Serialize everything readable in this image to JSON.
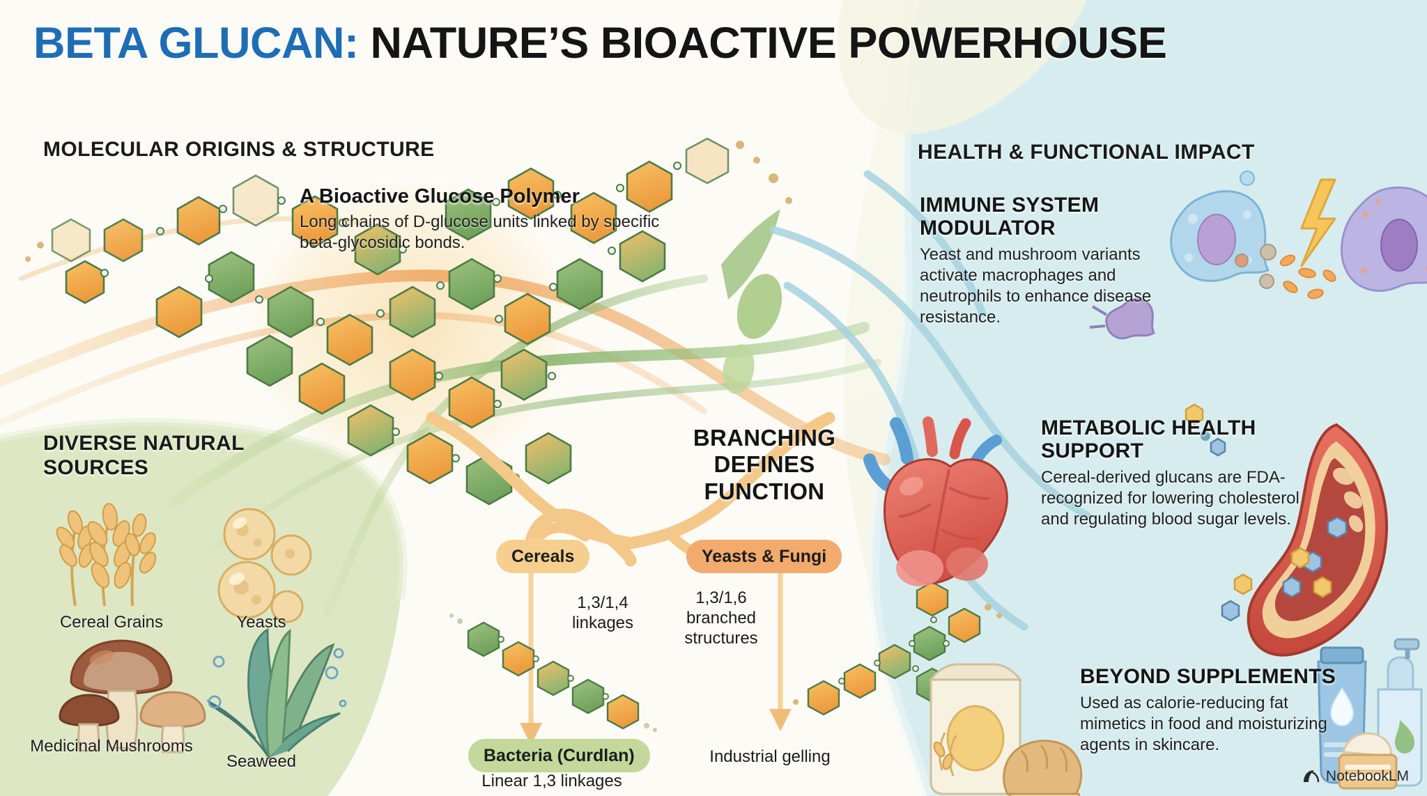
{
  "title": {
    "part_blue": "BETA GLUCAN:",
    "part_dark": "NATURE’S BIOACTIVE POWERHOUSE"
  },
  "sections": {
    "left_header": "MOLECULAR ORIGINS & STRUCTURE",
    "right_header": "HEALTH & FUNCTIONAL IMPACT",
    "sources_header": "DIVERSE NATURAL SOURCES",
    "branching_header": "BRANCHING DEFINES FUNCTION"
  },
  "polymer": {
    "heading": "A Bioactive Glucose Polymer",
    "body": "Long chains of D-glucose units linked by specific beta-glycosidic bonds."
  },
  "sources": {
    "items": [
      {
        "label": "Cereal Grains",
        "icon": "wheat-icon"
      },
      {
        "label": "Yeasts",
        "icon": "yeast-cells-icon"
      },
      {
        "label": "Medicinal Mushrooms",
        "icon": "mushroom-icon"
      },
      {
        "label": "Seaweed",
        "icon": "seaweed-icon"
      }
    ]
  },
  "branching": {
    "cereals_pill": "Cereals",
    "yeasts_pill": "Yeasts & Fungi",
    "bacteria_pill": "Bacteria (Curdlan)",
    "cereals_linkage": "1,3/1,4 linkages",
    "yeasts_linkage": "1,3/1,6 branched structures",
    "bacteria_linkage": "Linear 1,3 linkages",
    "industrial_use": "Industrial gelling"
  },
  "impacts": [
    {
      "heading": "IMMUNE SYSTEM MODULATOR",
      "body": "Yeast and mushroom variants activate macrophages and neutrophils to enhance disease resistance.",
      "icon": "immune-cells-icon"
    },
    {
      "heading": "METABOLIC HEALTH SUPPORT",
      "body": "Cereal-derived glucans are FDA-recognized for lowering cholesterol and regulating blood sugar levels.",
      "icon": "heart-artery-icon"
    },
    {
      "heading": "BEYOND SUPPLEMENTS",
      "body": "Used as calorie-reducing fat mimetics in food and moisturizing agents in skincare.",
      "icon": "food-skincare-icon"
    }
  ],
  "watermark": {
    "label": "NotebookLM",
    "icon": "notebooklm-logo-icon"
  },
  "colors": {
    "title_blue": "#1e6db5",
    "title_dark": "#151515",
    "bg_cream": "#fcfbf5",
    "bg_mint": "#d7ecee",
    "bg_green_panel": "#dde7c4",
    "pill_cereals": "#f6cf8f",
    "pill_yeasts": "#f2ab6d",
    "pill_bacteria": "#c3d89a",
    "hex_orange": "#f0a848",
    "hex_green": "#7fae6a"
  }
}
